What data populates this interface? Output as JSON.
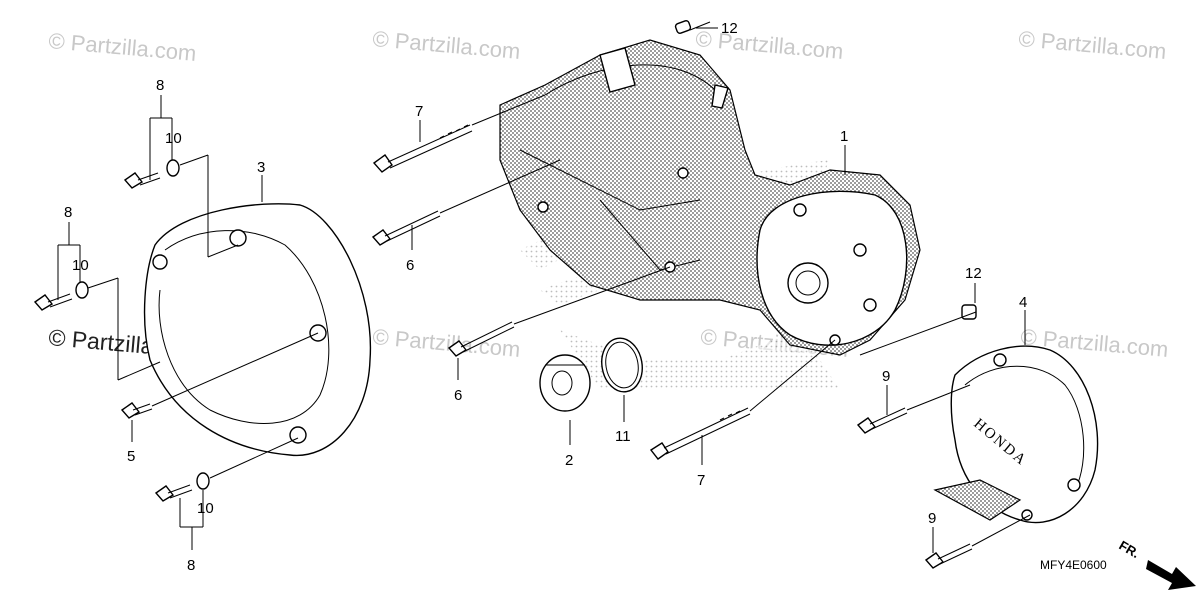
{
  "watermark": {
    "text": "© Partzilla.com"
  },
  "diagram_code": "MFY4E0600",
  "direction_label": "FR.",
  "cover_logo_text": "HONDA",
  "callouts": {
    "c1": "1",
    "c2": "2",
    "c3": "3",
    "c4": "4",
    "c5": "5",
    "c6a": "6",
    "c6b": "6",
    "c7a": "7",
    "c7b": "7",
    "c8a": "8",
    "c8b": "8",
    "c8c": "8",
    "c9a": "9",
    "c9b": "9",
    "c10a": "10",
    "c10b": "10",
    "c10c": "10",
    "c11": "11",
    "c12a": "12",
    "c12b": "12"
  }
}
